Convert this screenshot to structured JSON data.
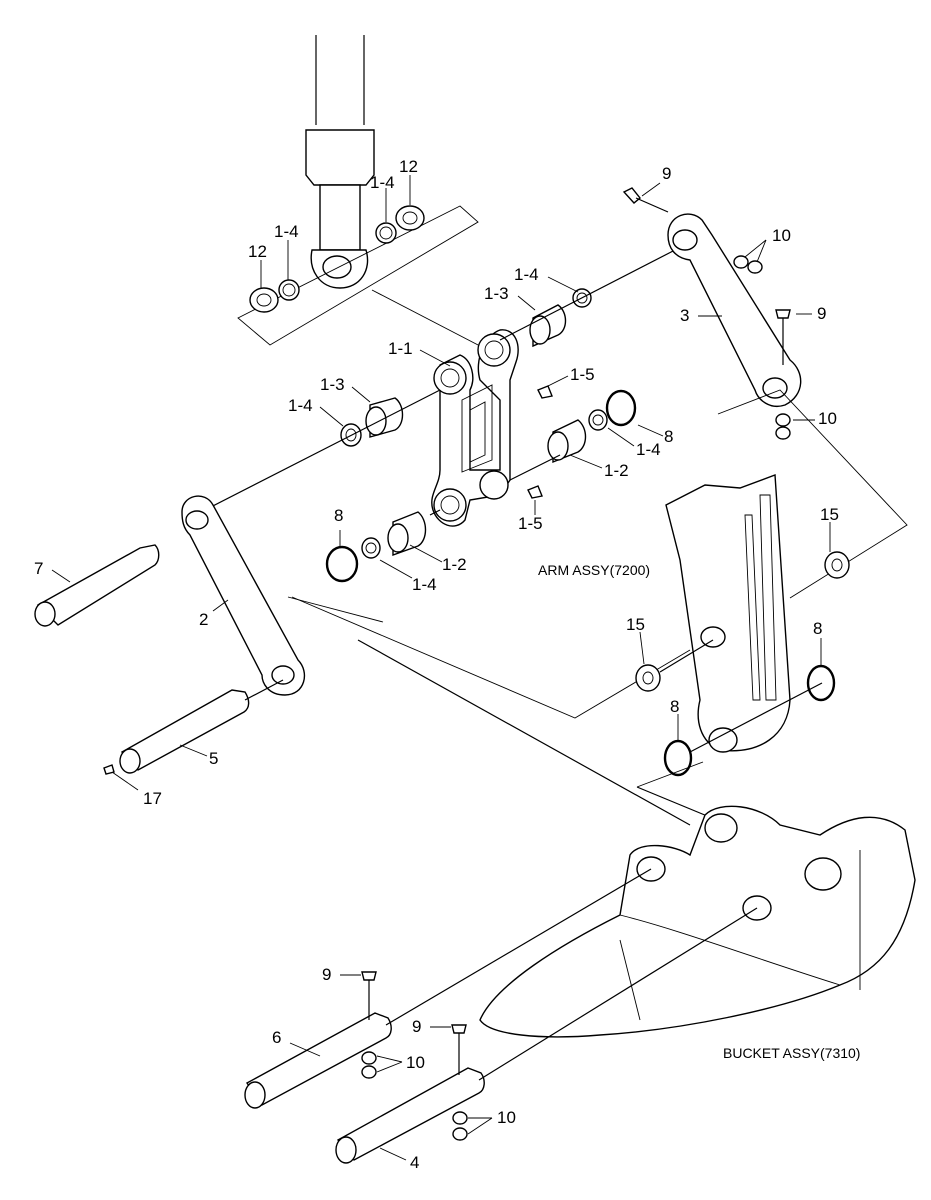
{
  "callouts": [
    "9",
    "10",
    "3",
    "9",
    "10",
    "12",
    "1-4",
    "12",
    "1-4",
    "1-4",
    "1-3",
    "1-1",
    "1-5",
    "1-3",
    "1-4",
    "8",
    "1-4",
    "1-2",
    "8",
    "1-5",
    "1-2",
    "1-4",
    "7",
    "2",
    "5",
    "17",
    "15",
    "15",
    "8",
    "8",
    "9",
    "6",
    "10",
    "9",
    "10",
    "4"
  ],
  "captions": {
    "arm": "ARM ASSY(7200)",
    "bucket": "BUCKET ASSY(7310)"
  }
}
